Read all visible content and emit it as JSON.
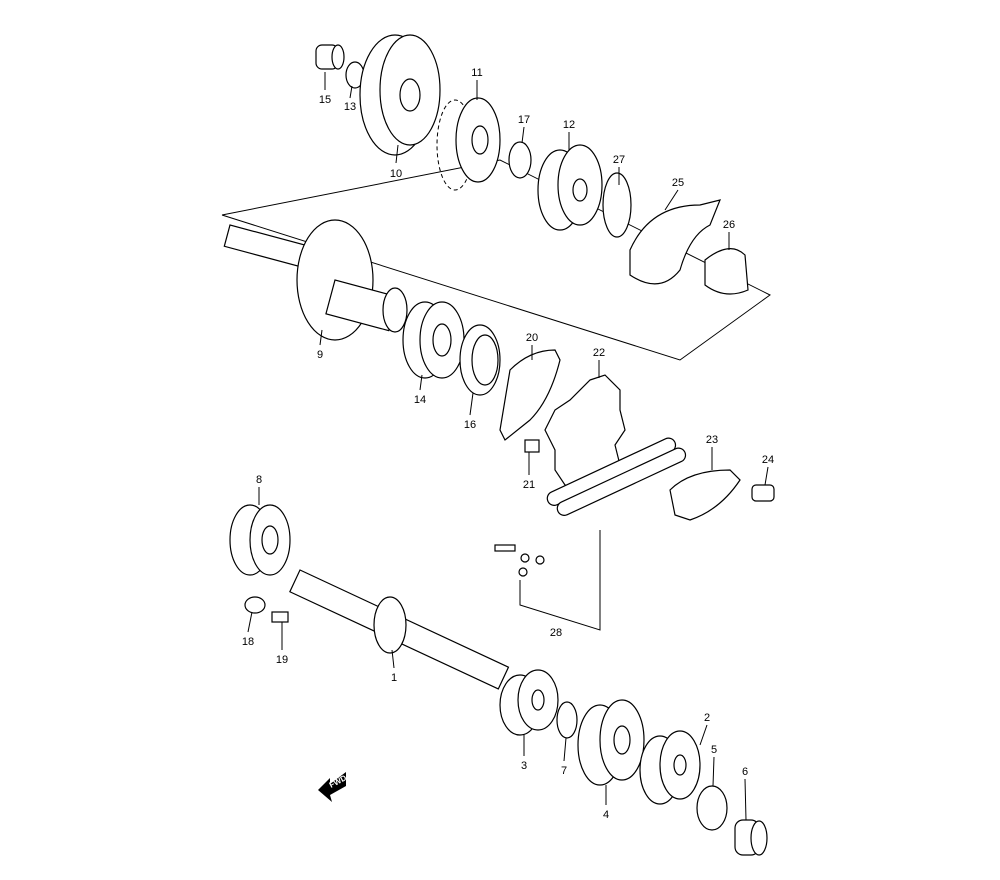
{
  "diagram": {
    "title": "Transmission exploded parts diagram",
    "callouts": [
      "15",
      "13",
      "10",
      "11",
      "17",
      "12",
      "27",
      "25",
      "26",
      "9",
      "14",
      "16",
      "20",
      "22",
      "21",
      "23",
      "24",
      "8",
      "18",
      "19",
      "1",
      "28",
      "3",
      "7",
      "2",
      "5",
      "6",
      "4"
    ],
    "fwd_label": "FWD"
  }
}
